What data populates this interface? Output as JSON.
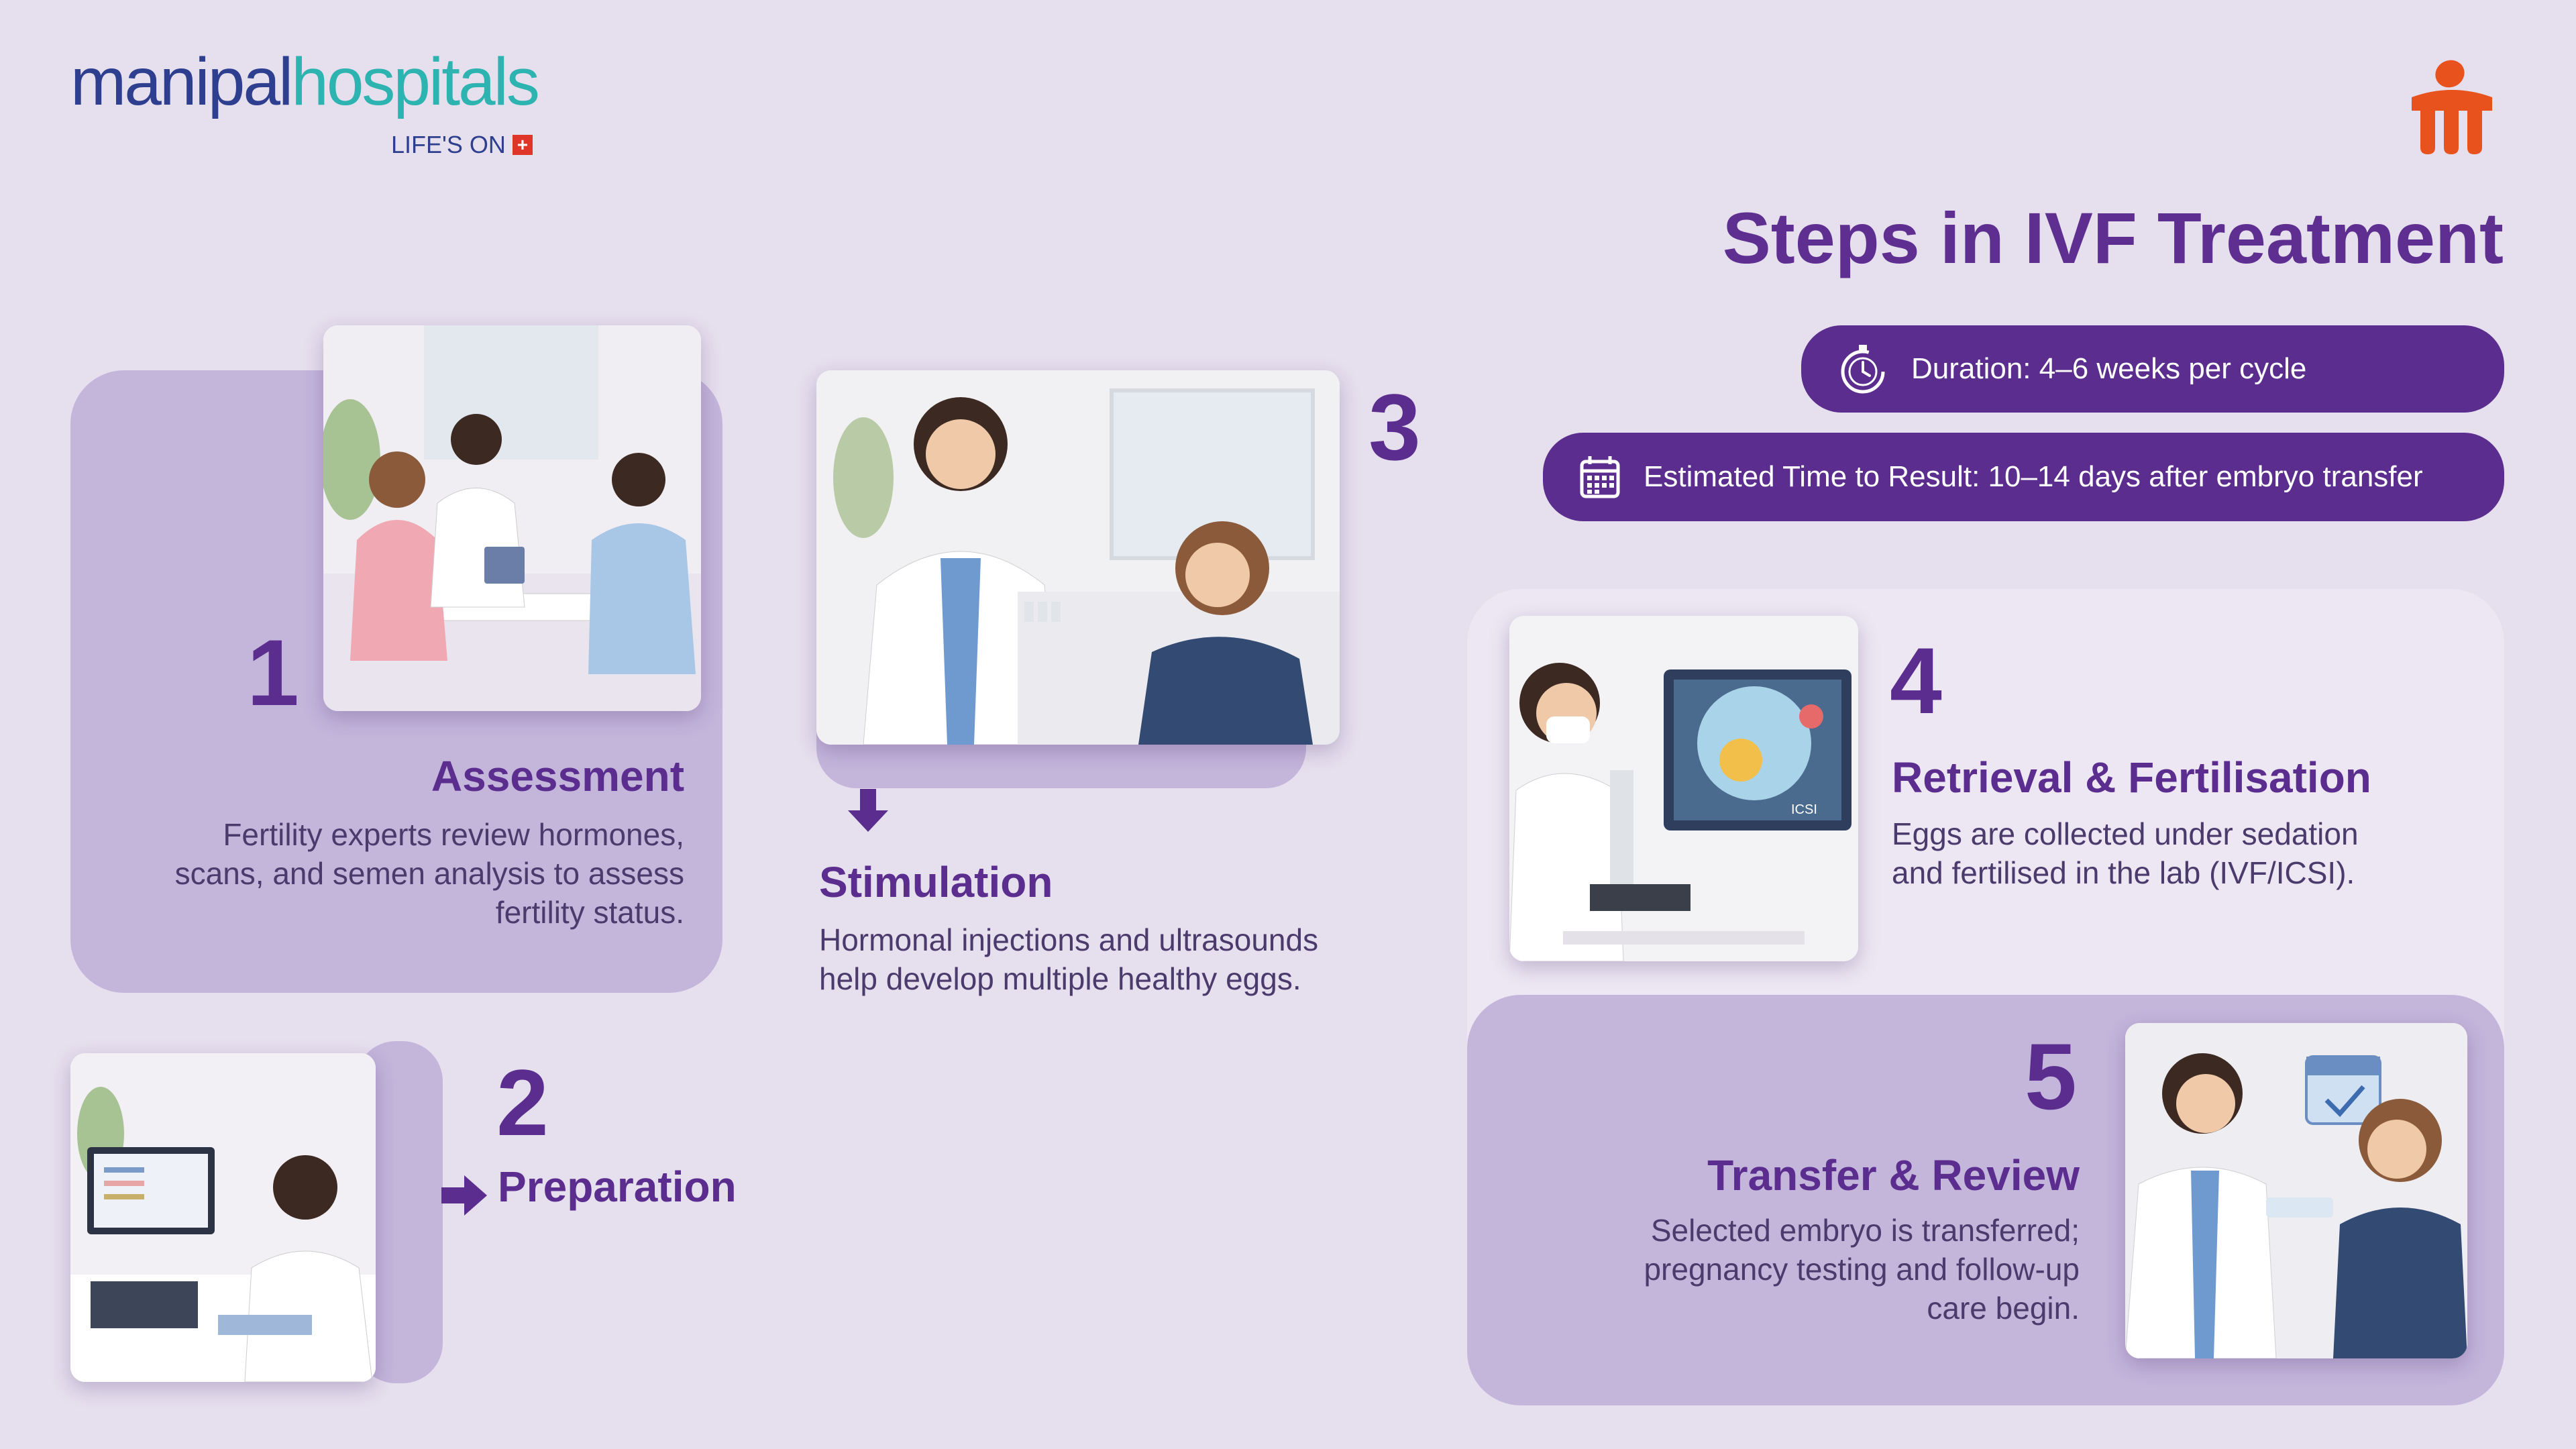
{
  "brand": {
    "part1": "manipal",
    "part2": "hospitals",
    "tagline": "LIFE'S ON",
    "tag_symbol": "+"
  },
  "header": {
    "title": "Steps in IVF Treatment"
  },
  "info": {
    "duration": "Duration: 4–6 weeks per cycle",
    "result": "Estimated Time to Result: 10–14 days after embryo transfer"
  },
  "steps": [
    {
      "number": "1",
      "title": "Assessment",
      "lines": [
        "Fertility experts review hormones,",
        "scans, and semen analysis to assess",
        "fertility status."
      ]
    },
    {
      "number": "2",
      "title": "Preparation"
    },
    {
      "number": "3",
      "title": "Stimulation",
      "lines": [
        "Hormonal injections and ultrasounds",
        "help develop multiple healthy eggs."
      ]
    },
    {
      "number": "4",
      "title": "Retrieval & Fertilisation",
      "lines": [
        "Eggs are collected under sedation",
        "and fertilised in the lab (IVF/ICSI)."
      ]
    },
    {
      "number": "5",
      "title": "Transfer & Review",
      "lines": [
        "Selected embryo is transferred;",
        "pregnancy testing and follow-up",
        "care begin."
      ]
    }
  ],
  "photo_labels": {
    "icsi": "ICSI"
  },
  "colors": {
    "primary": "#5b2d8e",
    "card": "#c4b5db",
    "background": "#e6dfee",
    "brand_blue": "#2e3f8f",
    "brand_teal": "#2db3b0",
    "logo_orange": "#e8521c"
  }
}
